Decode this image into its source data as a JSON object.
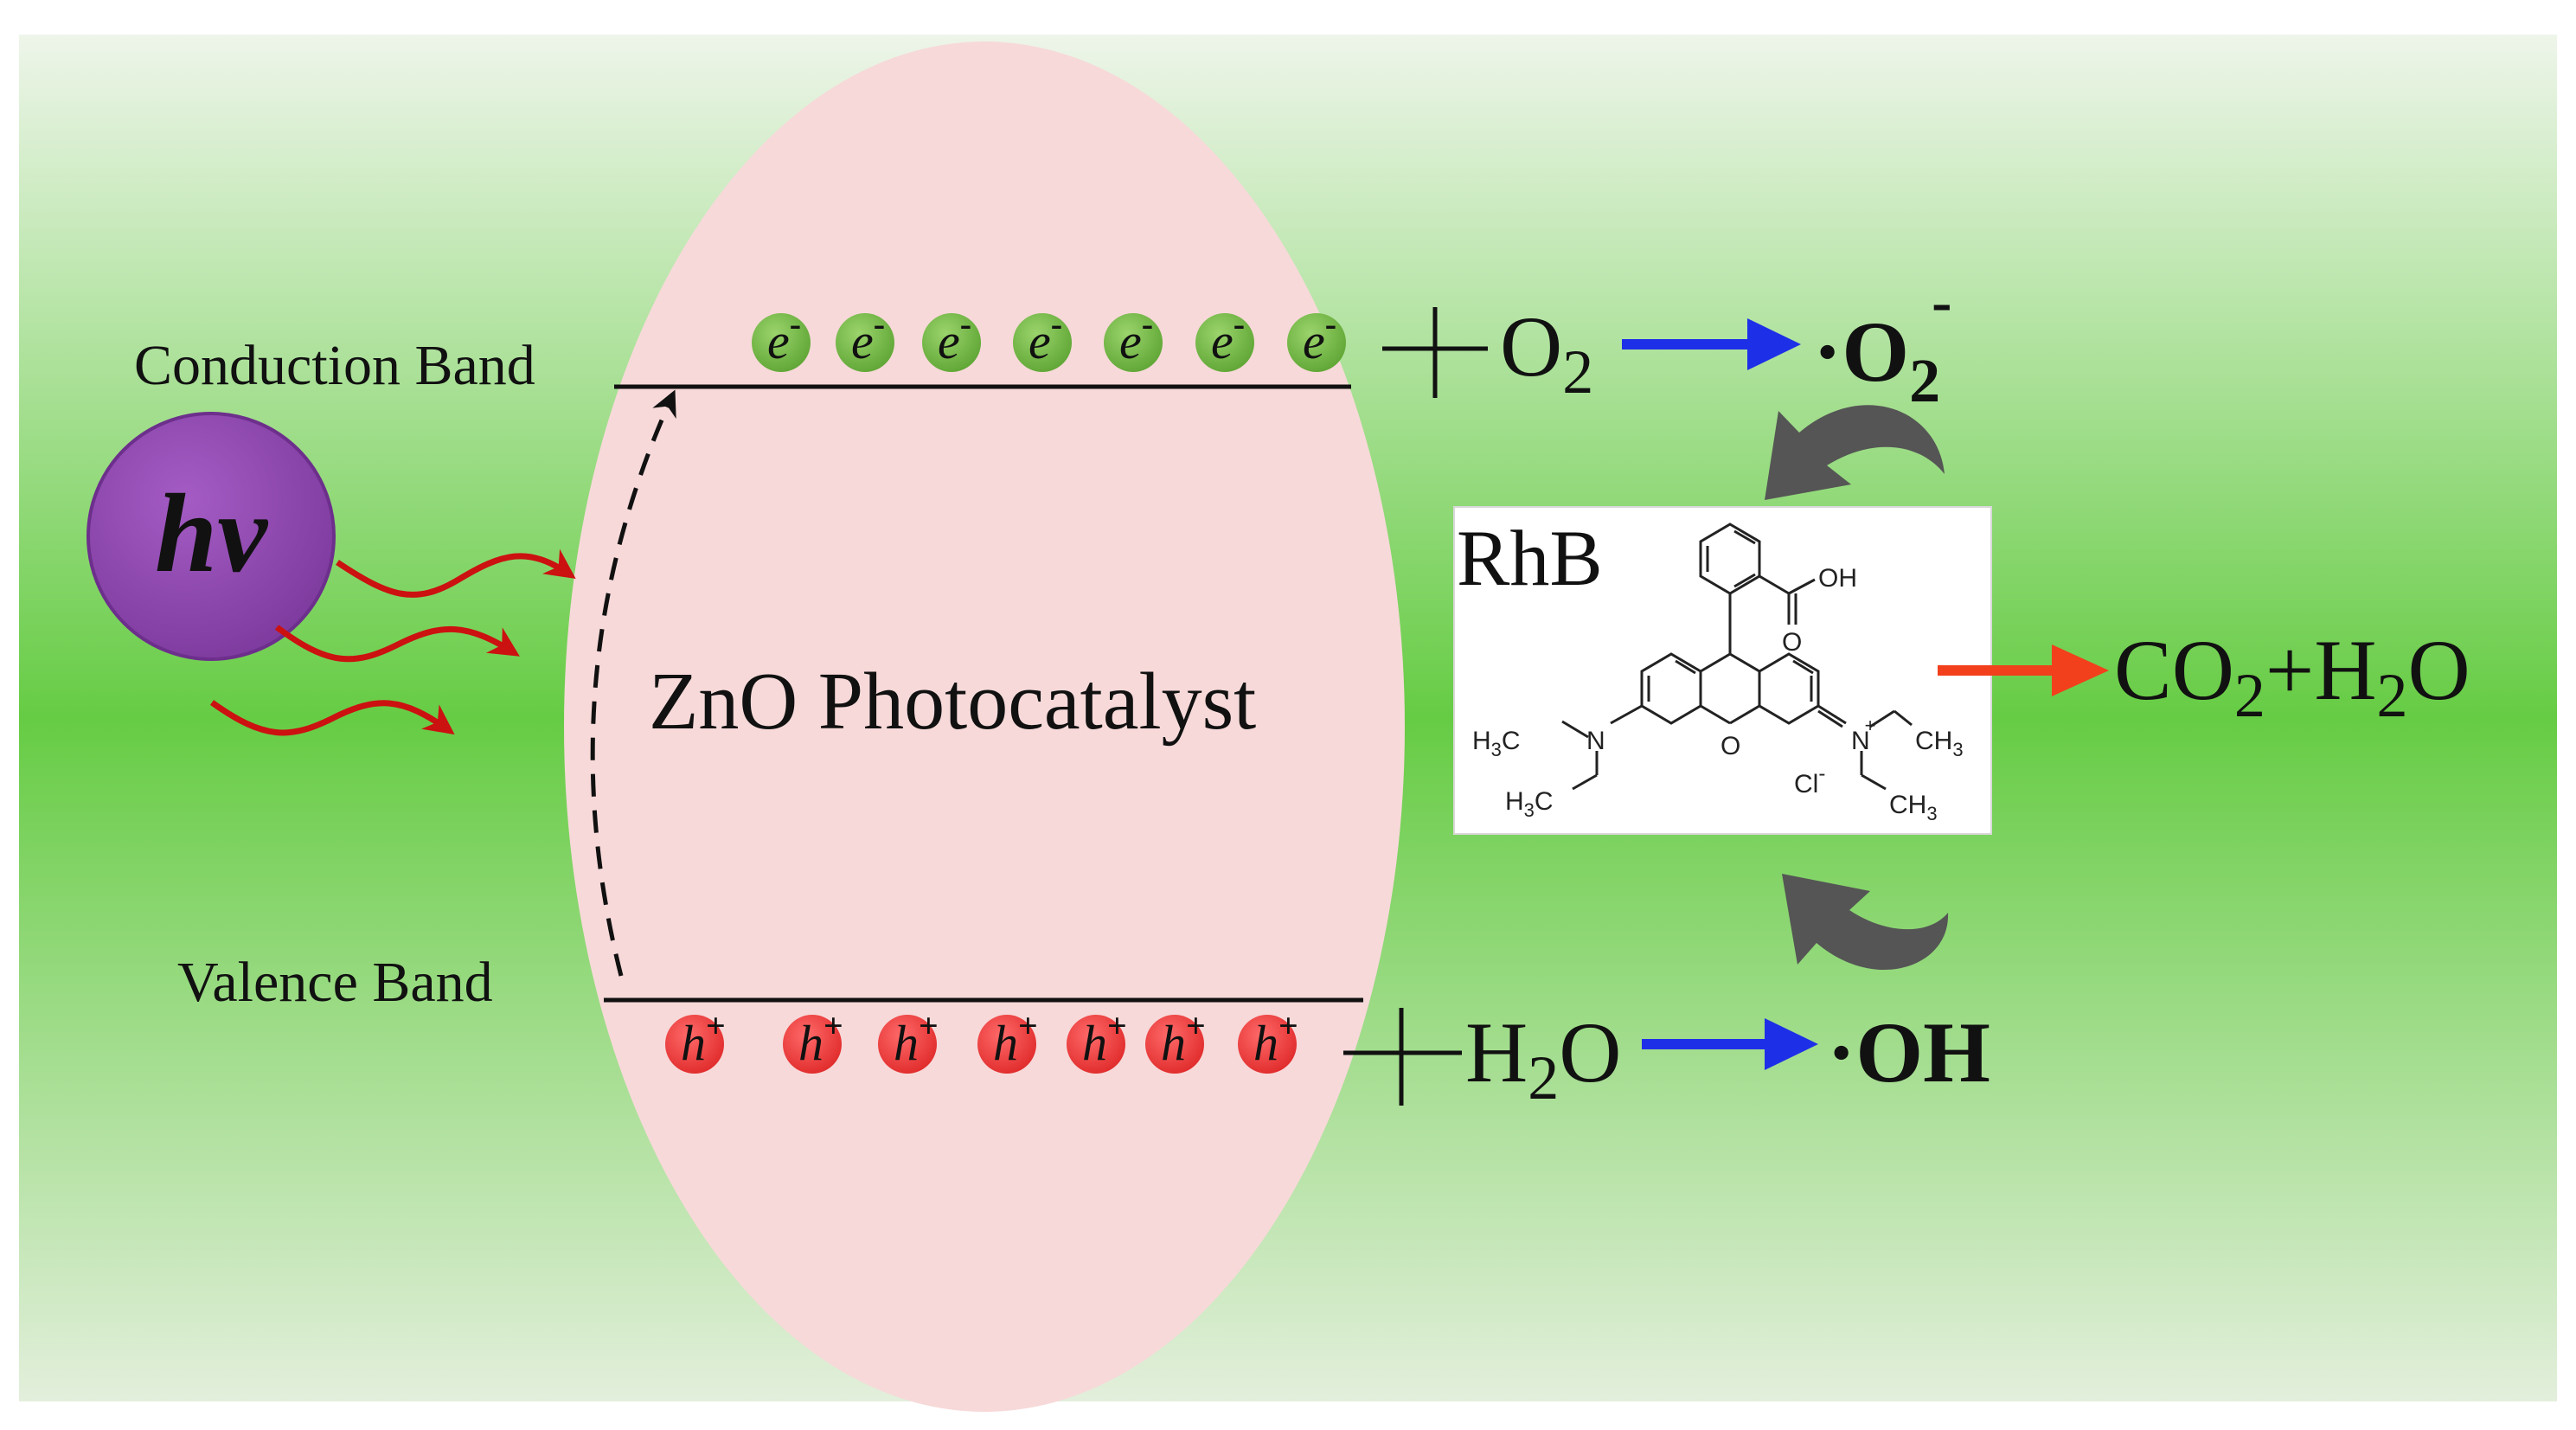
{
  "colors": {
    "bg_center": "#66cc44",
    "bg_edge": "#e8f2e0",
    "catalyst": "#f7d9d9",
    "photon": "#8e44ad",
    "electron": "#7dbe4e",
    "hole": "#ef4444",
    "light_wave": "#cc1111",
    "blue_arrow": "#1e2fe8",
    "red_arrow": "#f2401c",
    "cycle_arrow": "#555555",
    "band_line": "#111111"
  },
  "labels": {
    "conduction_band": "Conduction Band",
    "valence_band": "Valence Band",
    "photon": "hv",
    "catalyst": "ZnO Photocatalyst",
    "electron_symbol": "e",
    "electron_charge": "-",
    "hole_symbol": "h",
    "hole_charge": "+",
    "plus": "+",
    "o2_base": "O",
    "o2_sub": "2",
    "superoxide_dot": "·",
    "superoxide_base": "O",
    "superoxide_sub": "2",
    "superoxide_sup": "-",
    "h2o_a": "H",
    "h2o_sub": "2",
    "h2o_b": "O",
    "hydroxyl": "·OH",
    "rhb": "RhB",
    "co2_a": "CO",
    "co2_sub": "2",
    "co2_plus": "+H",
    "co2_h2o_sub": "2",
    "co2_b": "O"
  },
  "molecule": {
    "oh": "OH",
    "o_carbonyl": "O",
    "o_ring": "O",
    "n_left": "N",
    "n_right": "N",
    "n_right_charge": "+",
    "h3c_top_l": "H",
    "h3c_top_l_sub": "3",
    "h3c_top_l_c": "C",
    "h3c_bot_l": "H",
    "h3c_bot_l_sub": "3",
    "h3c_bot_l_c": "C",
    "ch3_top_r": "CH",
    "ch3_top_r_sub": "3",
    "ch3_bot_r": "CH",
    "ch3_bot_r_sub": "3",
    "cl": "Cl",
    "cl_charge": "-"
  },
  "counts": {
    "electrons": 7,
    "holes": 7
  }
}
